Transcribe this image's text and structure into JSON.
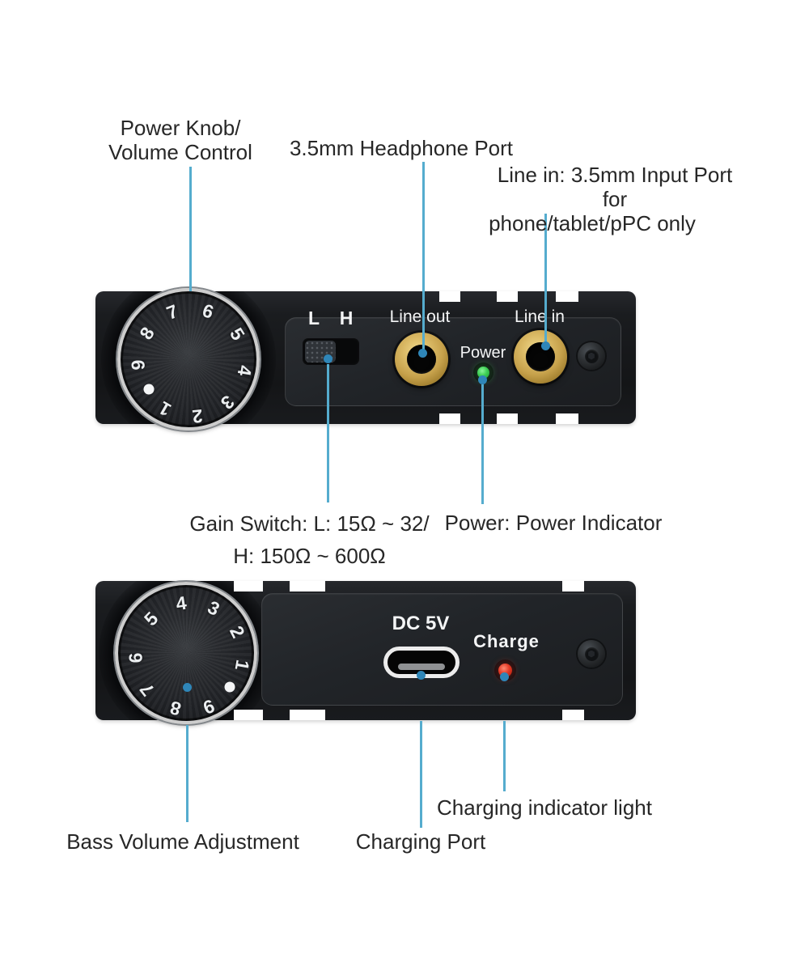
{
  "annotations": {
    "power_knob_line1": "Power Knob/",
    "power_knob_line2": "Volume Control",
    "headphone_port": "3.5mm Headphone Port",
    "line_in_line1": "Line in: 3.5mm Input Port for",
    "line_in_line2": "phone/tablet/pPC only",
    "gain_line1": "Gain Switch: L: 15Ω ~ 32/",
    "gain_line2": "H: 150Ω ~ 600Ω",
    "power_indicator": "Power: Power Indicator",
    "bass_volume": "Bass Volume Adjustment",
    "charging_port": "Charging Port",
    "charging_indicator": "Charging indicator light"
  },
  "front_panel": {
    "gain_low": "L",
    "gain_high": "H",
    "line_out": "Line out",
    "power": "Power",
    "line_in": "Line in",
    "knob_marks": [
      {
        "t": "7",
        "a": 339
      },
      {
        "t": "6",
        "a": 18
      },
      {
        "t": "5",
        "a": 58
      },
      {
        "t": "4",
        "a": 99
      },
      {
        "t": "3",
        "a": 138
      },
      {
        "t": "2",
        "a": 174
      },
      {
        "t": "1",
        "a": 210
      },
      {
        "dot": true,
        "a": 238
      },
      {
        "t": "9",
        "a": 267
      },
      {
        "t": "8",
        "a": 303
      }
    ]
  },
  "back_panel": {
    "dc": "DC 5V",
    "charge": "Charge",
    "knob_marks": [
      {
        "t": "4",
        "a": 351
      },
      {
        "t": "3",
        "a": 27
      },
      {
        "t": "2",
        "a": 63
      },
      {
        "t": "1",
        "a": 100
      },
      {
        "dot": true,
        "a": 127
      },
      {
        "t": "9",
        "a": 159
      },
      {
        "t": "8",
        "a": 195
      },
      {
        "t": "7",
        "a": 232
      },
      {
        "t": "6",
        "a": 268
      },
      {
        "t": "5",
        "a": 314
      }
    ]
  },
  "colors": {
    "annotation_line": "#55ACCE",
    "annotation_dot": "#2F86B8",
    "power_led": "#2EC04A",
    "charge_led": "#DE2E1E",
    "jack_gold": "#C9A44F",
    "chassis": "#1A1C1F"
  }
}
